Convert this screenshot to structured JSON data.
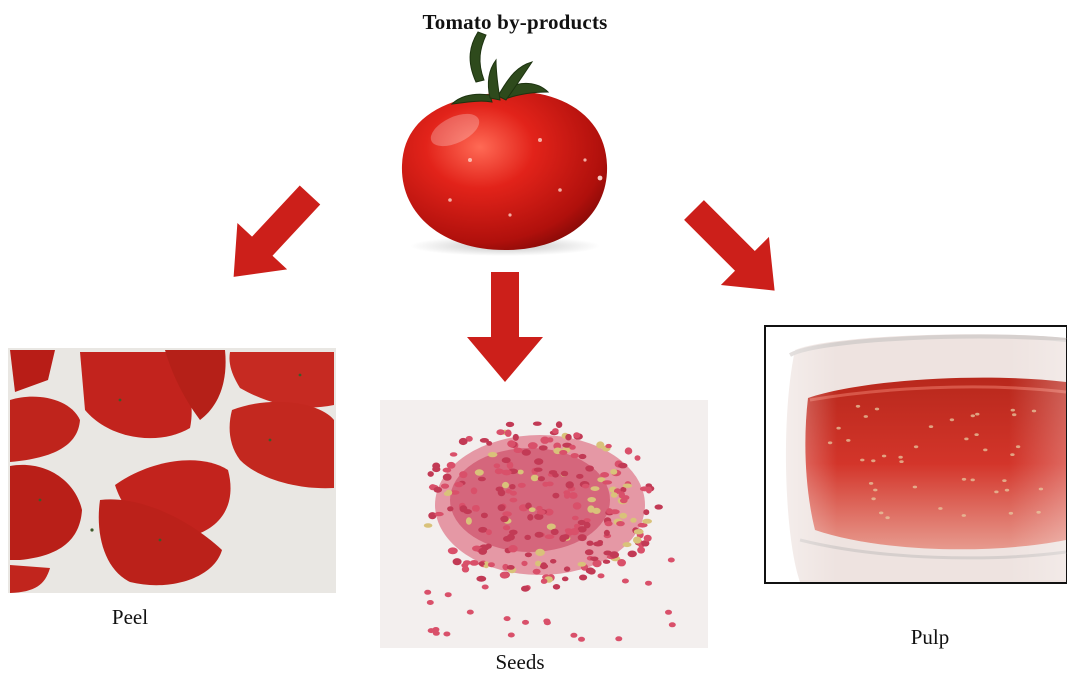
{
  "title": "Tomato by-products",
  "products": [
    {
      "name": "Peel"
    },
    {
      "name": "Seeds"
    },
    {
      "name": "Pulp"
    }
  ],
  "colors": {
    "arrow": "#cc1f1a",
    "tomato": "#d11a13",
    "peel": "#c2231d",
    "seed": "#d9506a",
    "pulp": "#c92b1f"
  }
}
